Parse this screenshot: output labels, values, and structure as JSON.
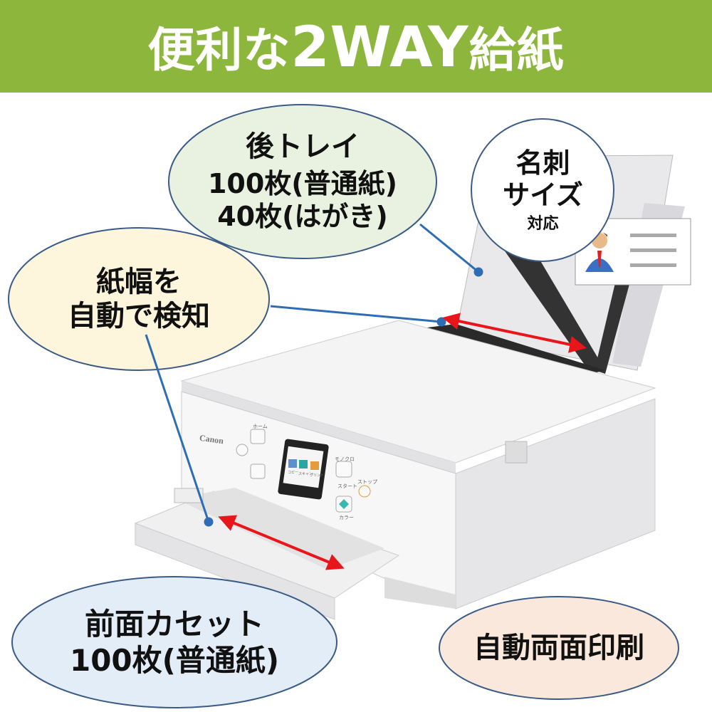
{
  "header": {
    "title_pre": "便利な",
    "title_big": "2WAY",
    "title_post": "給紙",
    "bg_color": "#8db63c"
  },
  "bubbles": {
    "rear_tray": {
      "line1": "後トレイ",
      "line2": "100枚(普通紙)",
      "line3": "40枚(はがき)",
      "fill": "#e9f2e0"
    },
    "card_size": {
      "line1": "名刺",
      "line2": "サイズ",
      "line3": "対応",
      "fill": "#ffffff"
    },
    "width_detect": {
      "line1": "紙幅を",
      "line2": "自動で検知",
      "fill": "#fdf5dc"
    },
    "front_cassette": {
      "line1": "前面カセット",
      "line2": "100枚(普通紙)",
      "fill": "#e3edf7"
    },
    "duplex": {
      "line1": "自動両面印刷",
      "fill": "#fbe8dc"
    }
  },
  "printer": {
    "brand": "Canon",
    "buttons": {
      "home": "ホーム",
      "mono": "モノクロ",
      "start": "スタート",
      "color": "カラー",
      "stop": "ストップ"
    },
    "screen_items": [
      "コピー",
      "スキャン",
      "プリント"
    ]
  },
  "colors": {
    "outline": "#3a5b86",
    "arrow": "#e8161b",
    "leader": "#2e6db4"
  }
}
